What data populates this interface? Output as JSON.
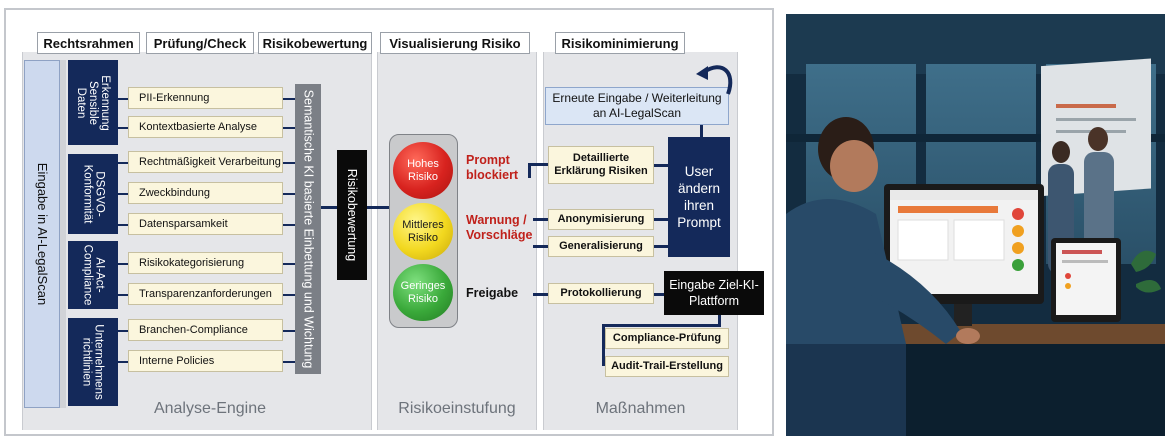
{
  "headers": {
    "rechtsrahmen": "Rechtsrahmen",
    "pruefung": "Prüfung/Check",
    "risikobewertung": "Risikobewertung",
    "visualisierung": "Visualisierung Risiko",
    "risikominimierung": "Risikominimierung"
  },
  "footers": {
    "analyse": "Analyse-Engine",
    "einstufung": "Risikoeinstufung",
    "massnahmen": "Maßnahmen"
  },
  "input_label": "Eingabe in AI-LegalScan",
  "categories": [
    "Erkennung Sensible Daten",
    "DSGVO-Konformität",
    "AI-Act-Compliance",
    "Unternehmens richtlinien"
  ],
  "checks": [
    "PII-Erkennung",
    "Kontextbasierte Analyse",
    "Rechtmäßigkeit Verarbeitung",
    "Zweckbindung",
    "Datensparsamkeit",
    "Risikokategorisierung",
    "Transparenzanforderungen",
    "Branchen-Compliance",
    "Interne Policies"
  ],
  "semantic_bar": "Semantische KI basierte Einbettung und Wichtung",
  "risk_box": "Risikobewertung",
  "lights": [
    {
      "text": "Hohes Risiko",
      "color": "#d8231f",
      "text_color": "#ffffff"
    },
    {
      "text": "Mittleres Risiko",
      "color": "#f2d81f",
      "text_color": "#1a1a1a"
    },
    {
      "text": "Geringes Risiko",
      "color": "#3aa93a",
      "text_color": "#ffffff"
    }
  ],
  "light_labels": [
    "Prompt blockiert",
    "Warnung / Vorschläge",
    "Freigabe"
  ],
  "measures": {
    "reentry": "Erneute Eingabe / Weiterleitung an AI-LegalScan",
    "detail": "Detaillierte Erklärung Risiken",
    "anonym": "Anonymisierung",
    "general": "Generalisierung",
    "protokoll": "Protokollierung",
    "user": "User ändern ihren Prompt",
    "ziel": "Eingabe Ziel-KI-Plattform",
    "compliance": "Compliance-Prüfung",
    "audit": "Audit-Trail-Erstellung"
  },
  "colors": {
    "navy": "#14295a",
    "red_text": "#c0211b",
    "cream": "#fbf6dd"
  }
}
